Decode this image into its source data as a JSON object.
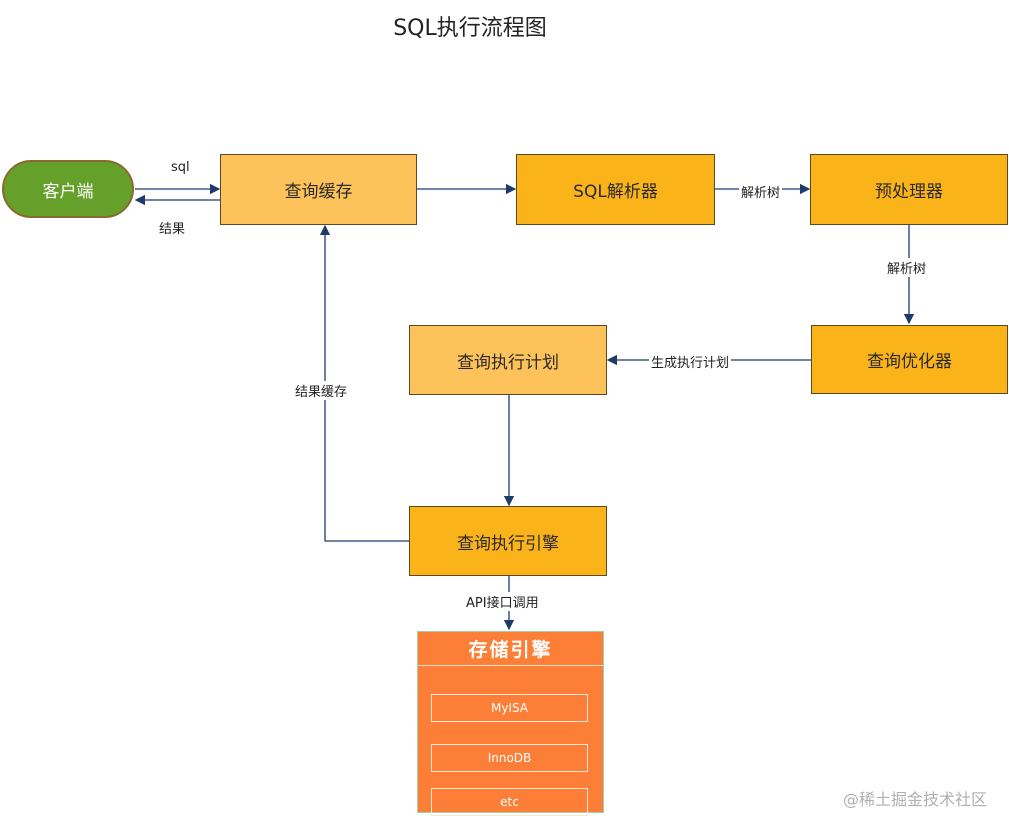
{
  "title": "SQL执行流程图",
  "nodes": {
    "client": "客户端",
    "query_cache": "查询缓存",
    "sql_parser": "SQL解析器",
    "preprocessor": "预处理器",
    "optimizer": "查询优化器",
    "exec_plan": "查询执行计划",
    "exec_engine": "查询执行引擎"
  },
  "edges": {
    "sql": "sql",
    "result": "结果",
    "parse_tree_1": "解析树",
    "parse_tree_2": "解析树",
    "gen_plan": "生成执行计划",
    "result_cache": "结果缓存",
    "api_call": "API接口调用"
  },
  "storage": {
    "title": "存储引擎",
    "engines": [
      "MyISA",
      "InnoDB",
      "etc"
    ]
  },
  "watermark": "@稀土掘金技术社区",
  "colors": {
    "client": "#64a02a",
    "light_box": "#fdc35a",
    "dark_box": "#fbb31a",
    "storage": "#fd7e36",
    "line": "#1f3b6e"
  }
}
